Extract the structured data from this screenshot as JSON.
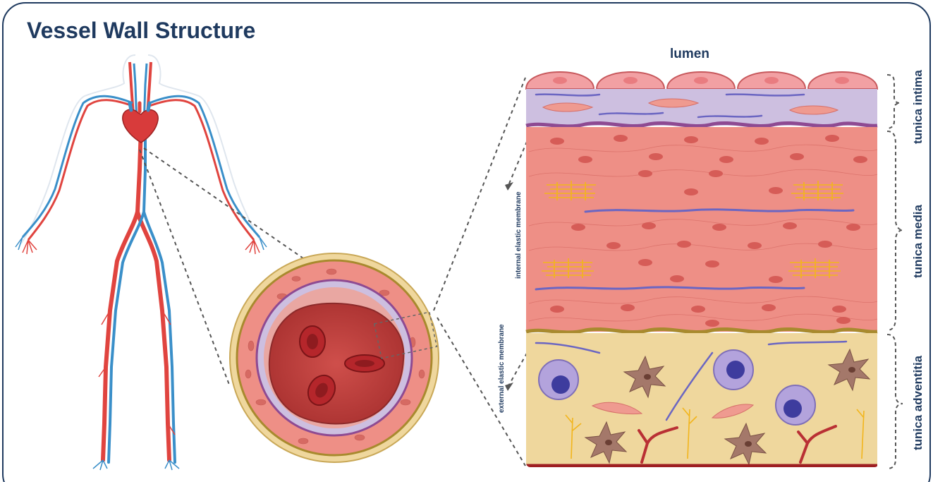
{
  "title": "Vessel Wall Structure",
  "labels": {
    "lumen": "lumen",
    "tunica_intima": "tunica intima",
    "tunica_media": "tunica media",
    "tunica_adventitia": "tunica adventitia",
    "internal_elastic_membrane": "internal elastic membrane",
    "external_elastic_membrane": "external elastic membrane"
  },
  "colors": {
    "title_text": "#1f3a5f",
    "frame": "#1f3a5f",
    "artery": "#e0443f",
    "vein": "#3a8fc9",
    "endothelium": "#f2a0a3",
    "intima": "#cdbfe0",
    "media": "#ee8f86",
    "adventitia": "#efd79d",
    "elastic_internal": "#8e4a92",
    "elastic_external": "#a88a2e",
    "blood": "#b93034"
  }
}
